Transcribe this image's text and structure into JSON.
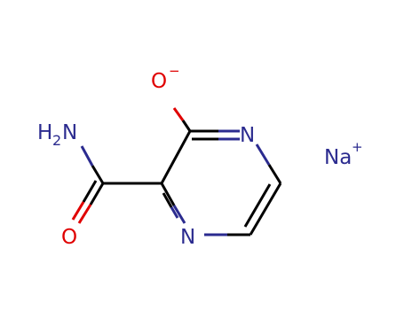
{
  "molecule": {
    "atoms": {
      "oxide_oxygen": {
        "symbol": "O",
        "charge": "−"
      },
      "ring_n_upper": {
        "symbol": "N"
      },
      "ring_n_lower": {
        "symbol": "N"
      },
      "amide_nitrogen": {
        "prefix": "H",
        "subscript": "2",
        "symbol": "N"
      },
      "carbonyl_oxygen": {
        "symbol": "O"
      }
    },
    "counterion": {
      "symbol": "Na",
      "charge": "+"
    },
    "colors": {
      "bond": "#000000",
      "nitrogen": "#2b2b8f",
      "oxygen": "#e00000",
      "sodium": "#2b2b8f"
    }
  }
}
